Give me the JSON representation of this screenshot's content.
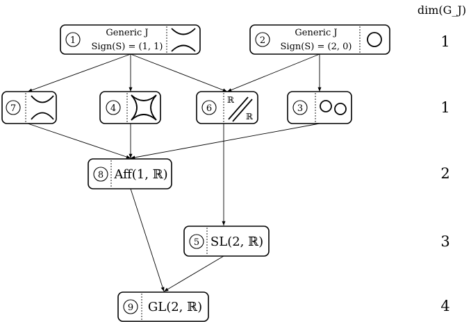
{
  "header": {
    "dim_label": "dim(G_J)"
  },
  "nodes": {
    "n1": {
      "number": "1",
      "line1": "Generic J",
      "line2": "Sign(S) = (1, 1)"
    },
    "n2": {
      "number": "2",
      "line1": "Generic J",
      "line2": "Sign(S) = (2, 0)"
    },
    "n7": {
      "number": "7"
    },
    "n4": {
      "number": "4"
    },
    "n6": {
      "number": "6",
      "r_top": "ℝ",
      "r_bottom": "ℝ"
    },
    "n3": {
      "number": "3"
    },
    "n8": {
      "number": "8",
      "group": "Aff(1, ℝ)"
    },
    "n5": {
      "number": "5",
      "group": "SL(2, ℝ)"
    },
    "n9": {
      "number": "9",
      "group": "GL(2, ℝ)"
    }
  },
  "dims": {
    "row1": "1",
    "row2": "1",
    "row3": "2",
    "row4": "3",
    "row5": "4"
  }
}
